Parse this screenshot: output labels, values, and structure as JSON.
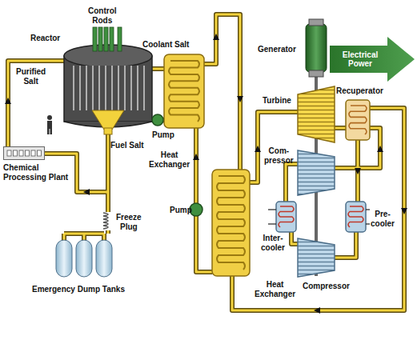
{
  "diagram": {
    "nodes": [
      {
        "text": [
          "Electrical Power"
        ]
      },
      {
        "text": [
          "Chemical Processing Plant"
        ]
      }
    ],
    "labels": [
      "Control Rods",
      "Reactor",
      "Coolant Salt",
      "Generator",
      "Purified Salt",
      "Turbine",
      "Fuel Salt",
      "Pump",
      "Heat Exchanger",
      "Com- pressor",
      "Recuperator",
      "Pump",
      "Inter- cooler",
      "Pre- cooler",
      "Heat Exchanger",
      "Compressor",
      "Freeze Plug",
      "Emergency Dump Tanks"
    ]
  }
}
